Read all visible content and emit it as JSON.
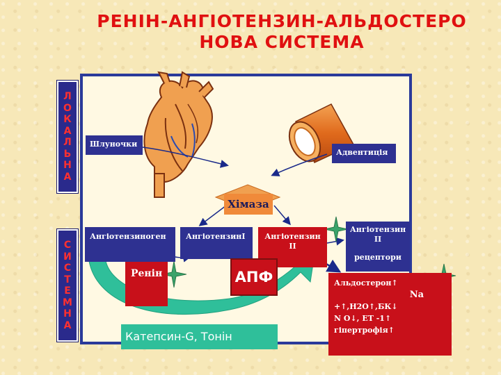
{
  "title_line1": "РЕНІН-АНГІОТЕНЗИН-АЛЬДОСТЕРО",
  "title_line2": "НОВА СИСТЕМА",
  "side_local": [
    "Л",
    "О",
    "К",
    "А",
    "Л",
    "Ь",
    "Н",
    "А"
  ],
  "side_system": [
    "С",
    "И",
    "С",
    "Т",
    "Е",
    "М",
    "Н",
    "А"
  ],
  "labels": {
    "ventricles": "Шлуночки",
    "adventitia": "Адвентиція",
    "chymase": "Хімаза",
    "angiotensinogen": "Ангіотензиноген",
    "angiotensin1": "АнгіотензинI",
    "angiotensin2_line1": "Ангіотензин",
    "angiotensin2_line2": "II",
    "receptors_line1": "Ангіотензин",
    "receptors_line2": "II",
    "receptors_line3": "рецептори",
    "renin": "Ренін",
    "ace": "АПФ",
    "cathepsin": "Катепсин-G,  Тонін"
  },
  "effects": {
    "line1": "Альдостерон↑",
    "line2": "Na",
    "line3": "+↑,H2O↑,БК↓",
    "line4": "N O↓, ЕТ -1↑",
    "line5": "гіпертрофія↑"
  },
  "colors": {
    "title": "#e01010",
    "navy": "#2e3191",
    "red": "#c8101a",
    "teal": "#2fbf9a",
    "star": "#3aa36a"
  }
}
